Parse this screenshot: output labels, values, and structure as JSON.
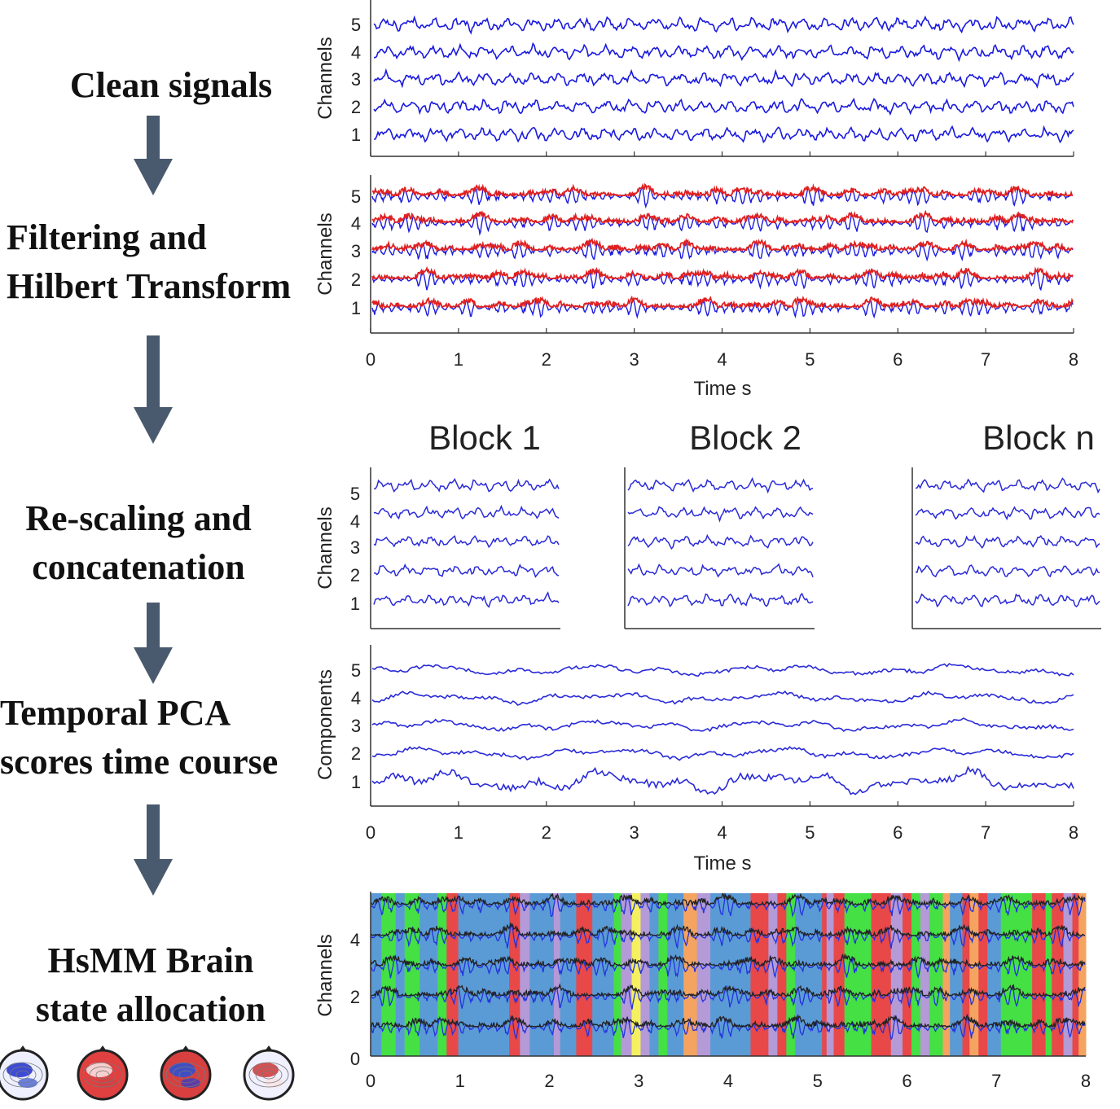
{
  "pipeline": {
    "steps": [
      {
        "line1": "Clean signals",
        "line2": ""
      },
      {
        "line1": "Filtering and",
        "line2": "Hilbert Transform"
      },
      {
        "line1": "Re-scaling and",
        "line2": "concatenation"
      },
      {
        "line1": "Temporal PCA",
        "line2": "scores time course"
      },
      {
        "line1": "HsMM Brain",
        "line2": "state allocation"
      }
    ],
    "arrow_color": "#4a5a6e",
    "topomap_count": 4
  },
  "panels": {
    "clean": {
      "ylabel": "Channels",
      "yticks": [
        "1",
        "2",
        "3",
        "4",
        "5"
      ],
      "trace_color": "#1a1adf"
    },
    "filtered": {
      "ylabel": "Channels",
      "yticks": [
        "1",
        "2",
        "3",
        "4",
        "5"
      ],
      "xticks": [
        "0",
        "1",
        "2",
        "3",
        "4",
        "5",
        "6",
        "7",
        "8"
      ],
      "xlabel": "Time s",
      "trace_color": "#1a1adf",
      "envelope_color": "#e02020"
    },
    "blocks": {
      "titles": [
        "Block 1",
        "Block 2",
        "Block n"
      ],
      "ylabel": "Channels",
      "yticks": [
        "1",
        "2",
        "3",
        "4",
        "5"
      ]
    },
    "pca": {
      "ylabel": "Components",
      "yticks": [
        "1",
        "2",
        "3",
        "4",
        "5"
      ],
      "xticks": [
        "0",
        "1",
        "2",
        "3",
        "4",
        "5",
        "6",
        "7",
        "8"
      ],
      "xlabel": "Time s"
    },
    "states": {
      "ylabel": "Channels",
      "yticks": [
        "0",
        "2",
        "4"
      ],
      "xticks": [
        "0",
        "1",
        "2",
        "3",
        "4",
        "5",
        "6",
        "7",
        "8"
      ],
      "state_colors": {
        "A": "#5b9bd5",
        "G": "#44e044",
        "R": "#e84848",
        "P": "#b49ad6",
        "O": "#f4a460",
        "Y": "#f4f060"
      },
      "segments": [
        [
          0,
          0.12,
          "A"
        ],
        [
          0.12,
          0.28,
          "G"
        ],
        [
          0.28,
          0.38,
          "A"
        ],
        [
          0.38,
          0.55,
          "G"
        ],
        [
          0.55,
          0.75,
          "A"
        ],
        [
          0.75,
          0.85,
          "G"
        ],
        [
          0.85,
          0.98,
          "R"
        ],
        [
          0.98,
          1.55,
          "A"
        ],
        [
          1.55,
          1.67,
          "R"
        ],
        [
          1.67,
          1.78,
          "P"
        ],
        [
          1.78,
          2.05,
          "A"
        ],
        [
          2.05,
          2.12,
          "P"
        ],
        [
          2.12,
          2.3,
          "A"
        ],
        [
          2.3,
          2.48,
          "R"
        ],
        [
          2.48,
          2.72,
          "A"
        ],
        [
          2.72,
          2.8,
          "G"
        ],
        [
          2.8,
          2.92,
          "P"
        ],
        [
          2.92,
          3.02,
          "Y"
        ],
        [
          3.02,
          3.12,
          "P"
        ],
        [
          3.12,
          3.22,
          "A"
        ],
        [
          3.22,
          3.32,
          "G"
        ],
        [
          3.32,
          3.5,
          "A"
        ],
        [
          3.5,
          3.65,
          "O"
        ],
        [
          3.65,
          3.8,
          "P"
        ],
        [
          3.8,
          4.25,
          "A"
        ],
        [
          4.25,
          4.45,
          "R"
        ],
        [
          4.45,
          4.55,
          "P"
        ],
        [
          4.55,
          4.65,
          "R"
        ],
        [
          4.65,
          4.75,
          "G"
        ],
        [
          4.75,
          5.05,
          "A"
        ],
        [
          5.05,
          5.1,
          "R"
        ],
        [
          5.1,
          5.18,
          "P"
        ],
        [
          5.18,
          5.3,
          "R"
        ],
        [
          5.3,
          5.6,
          "G"
        ],
        [
          5.6,
          5.82,
          "R"
        ],
        [
          5.82,
          5.95,
          "P"
        ],
        [
          5.95,
          6.05,
          "R"
        ],
        [
          6.05,
          6.15,
          "G"
        ],
        [
          6.15,
          6.25,
          "P"
        ],
        [
          6.25,
          6.4,
          "G"
        ],
        [
          6.4,
          6.48,
          "O"
        ],
        [
          6.48,
          6.62,
          "A"
        ],
        [
          6.62,
          6.7,
          "R"
        ],
        [
          6.7,
          6.8,
          "O"
        ],
        [
          6.8,
          6.9,
          "R"
        ],
        [
          6.9,
          7.05,
          "A"
        ],
        [
          7.05,
          7.4,
          "G"
        ],
        [
          7.4,
          7.55,
          "R"
        ],
        [
          7.55,
          7.62,
          "G"
        ],
        [
          7.62,
          7.75,
          "R"
        ],
        [
          7.75,
          7.85,
          "P"
        ],
        [
          7.85,
          7.92,
          "R"
        ],
        [
          7.92,
          8.0,
          "O"
        ]
      ]
    }
  }
}
